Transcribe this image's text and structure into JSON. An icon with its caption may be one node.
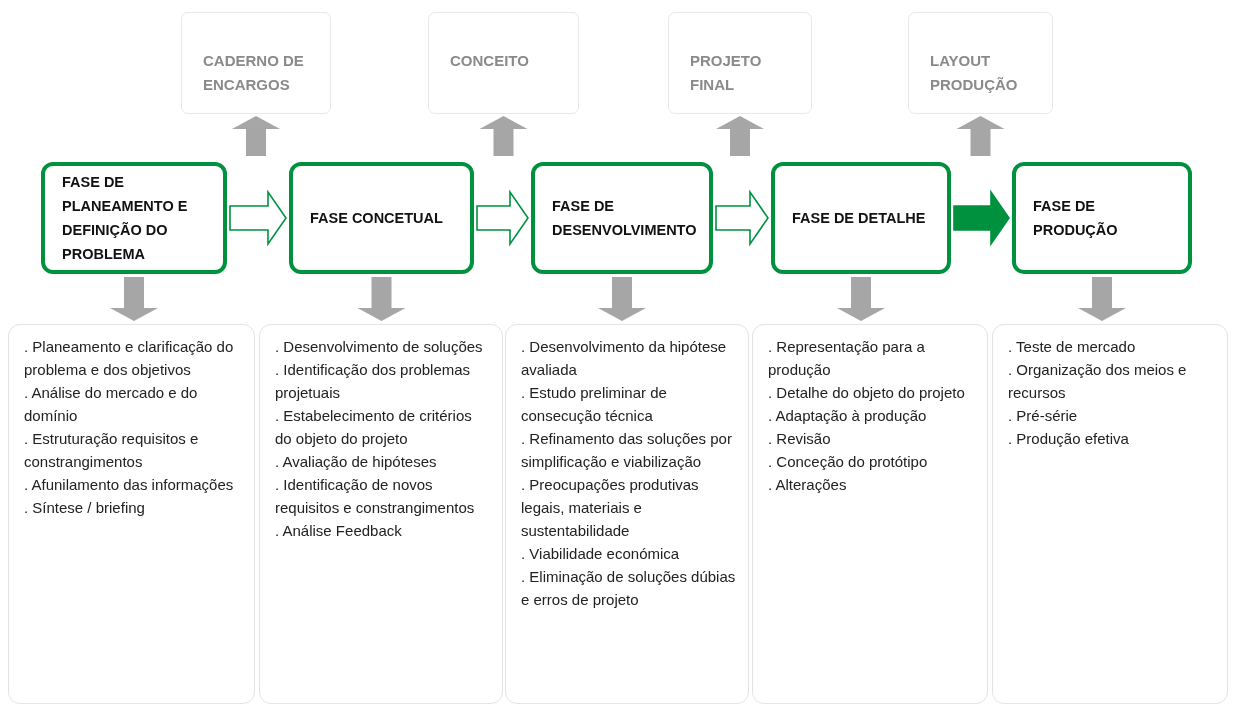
{
  "diagram": {
    "nodes": [
      {
        "text": [
          "CADERNO DE ENCARGOS"
        ]
      },
      {
        "text": [
          "CONCEITO"
        ]
      },
      {
        "text": [
          "PROJETO FINAL"
        ]
      },
      {
        "text": [
          "LAYOUT PRODUÇÃO"
        ]
      },
      {
        "text": [
          "FASE DE PLANEAMENTO E DEFINIÇÃO DO PROBLEMA"
        ]
      },
      {
        "text": [
          "FASE CONCETUAL"
        ]
      },
      {
        "text": [
          "FASE DE DESENVOLVIMENTO"
        ]
      },
      {
        "text": [
          "FASE DE DETALHE"
        ]
      },
      {
        "text": [
          "FASE DE PRODUÇÃO"
        ]
      },
      {
        "text": [
          ". Planeamento e clarificação do problema e dos objetivos",
          ". Análise do mercado e do domínio",
          ". Estruturação requisitos e constrangimentos",
          ". Afunilamento das informações",
          ". Síntese / briefing"
        ]
      },
      {
        "text": [
          ". Desenvolvimento de soluções",
          ". Identificação dos problemas projetuais",
          ". Estabelecimento de critérios do objeto do projeto",
          ". Avaliação de hipóteses",
          ". Identificação de novos requisitos e constrangimentos",
          ". Análise Feedback"
        ]
      },
      {
        "text": [
          ". Desenvolvimento da hipótese avaliada",
          ". Estudo preliminar de consecução técnica",
          ". Refinamento das soluções por simplificação e viabilização",
          ". Preocupações produtivas legais, materiais e sustentabilidade",
          ". Viabilidade económica",
          ". Eliminação de soluções dúbias e erros de projeto"
        ]
      },
      {
        "text": [
          ". Representação para a produção",
          ". Detalhe do objeto do projeto",
          ". Adaptação à produção",
          ". Revisão",
          ". Conceção do protótipo",
          ". Alterações"
        ]
      },
      {
        "text": [
          ". Teste de mercado",
          ". Organização dos meios e recursos",
          ". Pré-série",
          ". Produção efetiva"
        ]
      }
    ],
    "edges": [
      {
        "from": 4,
        "to": 5,
        "arrow": "to",
        "color": "#00913f"
      },
      {
        "from": 5,
        "to": 6,
        "arrow": "to",
        "color": "#00913f"
      },
      {
        "from": 6,
        "to": 7,
        "arrow": "to",
        "color": "#00913f"
      },
      {
        "from": 7,
        "to": 8,
        "arrow": "to",
        "color": "#00913f",
        "style": "thick"
      },
      {
        "from": null,
        "to": 0,
        "arrow": "to"
      },
      {
        "from": null,
        "to": 1,
        "arrow": "to"
      },
      {
        "from": null,
        "to": 2,
        "arrow": "to"
      },
      {
        "from": null,
        "to": 3,
        "arrow": "to"
      },
      {
        "from": 4,
        "to": 9,
        "arrow": "to"
      },
      {
        "from": 5,
        "to": 10,
        "arrow": "to"
      },
      {
        "from": 6,
        "to": 11,
        "arrow": "to"
      },
      {
        "from": 7,
        "to": 12,
        "arrow": "to"
      },
      {
        "from": 8,
        "to": 13,
        "arrow": "to"
      }
    ]
  }
}
